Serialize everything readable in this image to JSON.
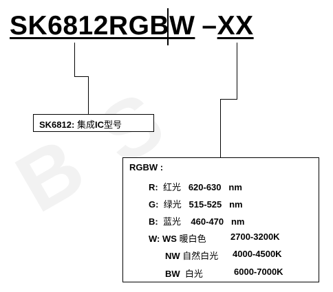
{
  "title": {
    "model": "SK6812RGBW",
    "dash": "–",
    "suffix": "XX"
  },
  "ic_box": {
    "code": "SK6812:",
    "desc_pre": "集成",
    "desc_ic": "IC",
    "desc_post": "型号"
  },
  "rgbw_box": {
    "heading": "RGBW :",
    "r": {
      "key": "R:",
      "color": "红光",
      "range": "620-630",
      "unit": "nm"
    },
    "g": {
      "key": "G:",
      "color": "绿光",
      "range": "515-525",
      "unit": "nm"
    },
    "b": {
      "key": "B:",
      "color": "蓝光",
      "range": "460-470",
      "unit": "nm"
    },
    "w_key": "W:",
    "ws": {
      "code": "WS",
      "name": "暖白色",
      "range": "2700-3200K"
    },
    "nw": {
      "code": "NW",
      "name": "自然白光",
      "range": "4000-4500K"
    },
    "bw": {
      "code": "BW",
      "name": "白光",
      "range": "6000-7000K"
    }
  }
}
